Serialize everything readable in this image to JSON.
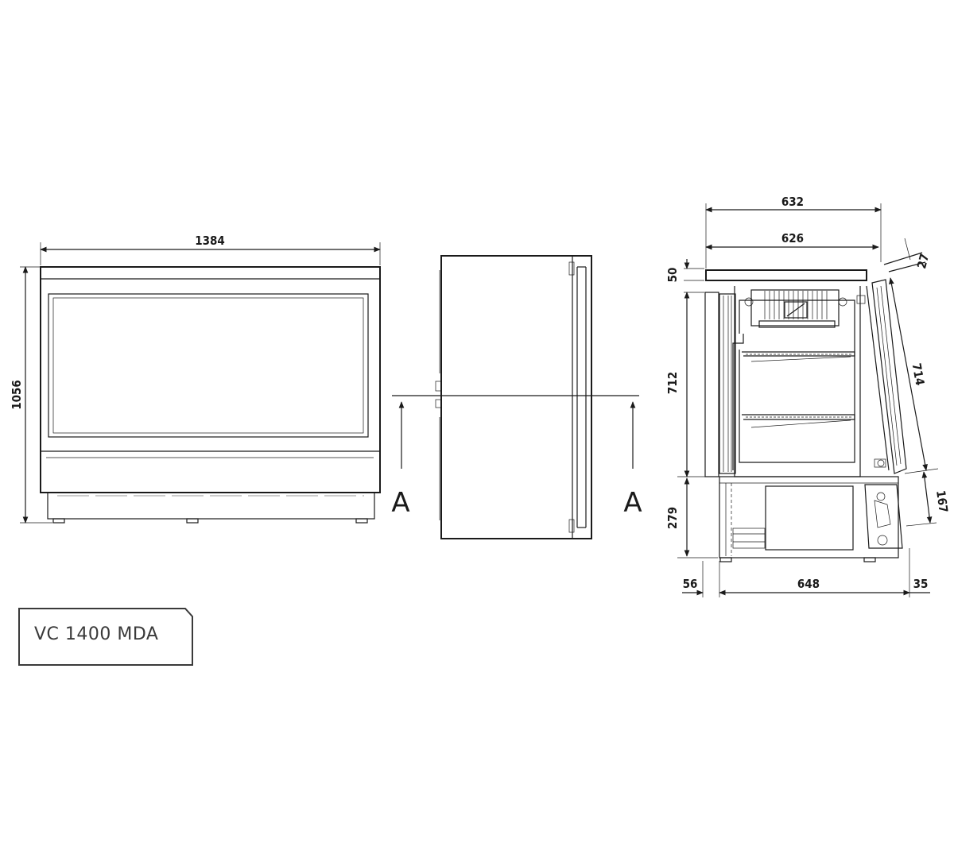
{
  "model_label": "VC 1400 MDA",
  "front_view": {
    "width_dim": "1384",
    "height_dim": "1056"
  },
  "side_view": {
    "section_left": "A",
    "section_right": "A"
  },
  "section_view": {
    "dims": {
      "top_overall": "632",
      "top_inner": "626",
      "top_height": "50",
      "door_angle": "27",
      "cabinet_height": "712",
      "door_length": "714",
      "base_height": "279",
      "base_offset": "167",
      "left_overhang": "56",
      "depth": "648",
      "right_overhang": "35"
    }
  }
}
